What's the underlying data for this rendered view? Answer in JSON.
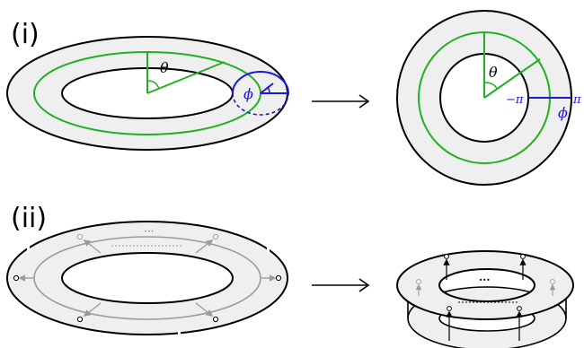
{
  "panels": [
    {
      "label": "(i)",
      "left_angle_theta": "θ",
      "left_angle_phi": "ϕ",
      "right_angle_theta": "θ",
      "right_angle_phi": "ϕ",
      "right_tick_minus_pi": "−π",
      "right_tick_pi": "π"
    },
    {
      "label": "(ii)",
      "left_dots": "···",
      "right_dots": "···"
    }
  ],
  "colors": {
    "green": "#22b022",
    "blue": "#1a1ad6",
    "fill": "#efefef",
    "gray": "#9a9a9a",
    "black": "#000000"
  },
  "icons": {
    "arrow": "long-right-arrow",
    "loop_marker": "small-circle-with-stem",
    "flow_arrow": "small-arrowhead"
  }
}
